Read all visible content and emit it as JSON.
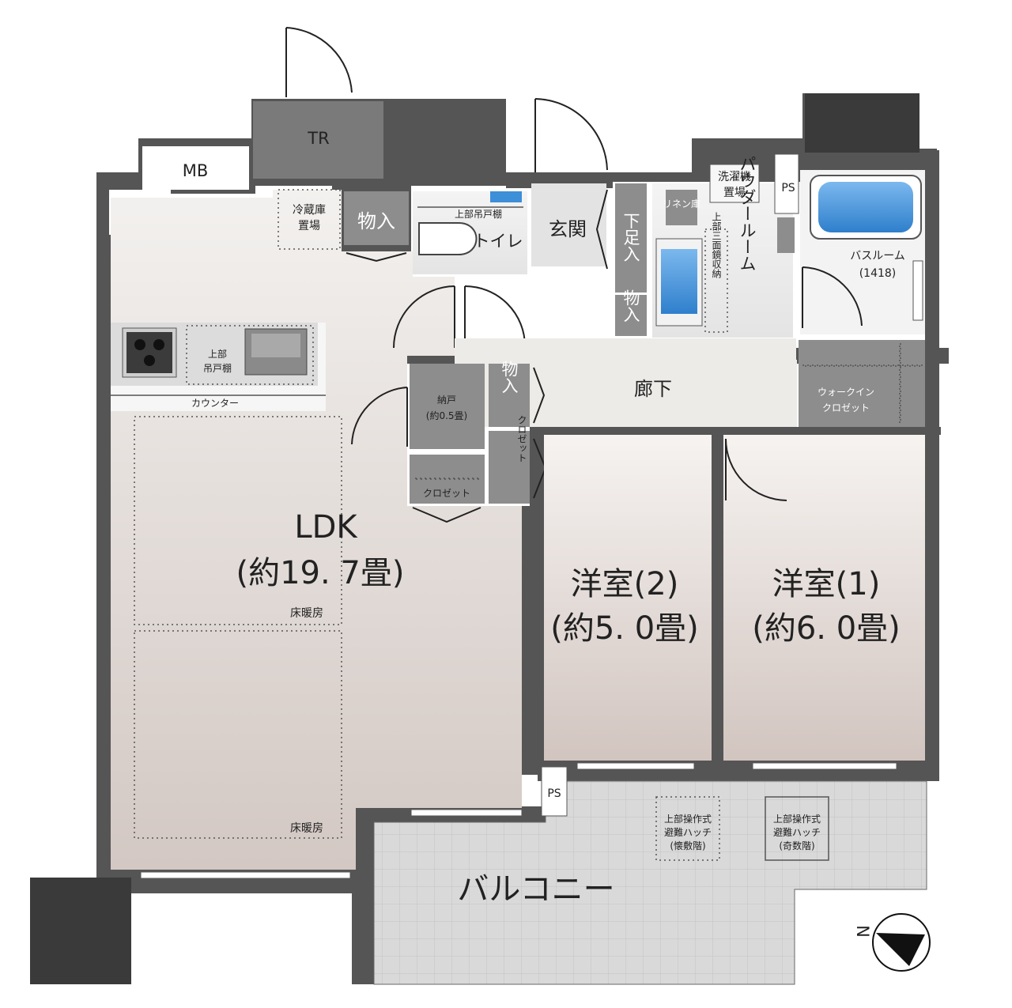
{
  "labels": {
    "tr": "TR",
    "mb": "MB",
    "ps_top_left": "PS",
    "fridge_line1": "冷蔵庫",
    "fridge_line2": "置場",
    "storage_monoire_1": "物入",
    "toilet_upper_shelf": "上部吊戸棚",
    "toilet": "トイレ",
    "genkan": "玄関",
    "shoe_box_vertical": "下足入",
    "storage_monoire_2": "物入",
    "linen": "リネン庫",
    "washer_line1": "洗濯機",
    "washer_line2": "置場",
    "powder_room_vertical": "パウダールーム",
    "upper_storage_vertical": "上部三面鏡収納",
    "ps_bath": "PS",
    "bathroom": "バスルーム",
    "bathroom_size": "(1418)",
    "kitchen_upper_line1": "上部",
    "kitchen_upper_line2": "吊戸棚",
    "counter": "カウンター",
    "nando_line1": "納戸",
    "nando_line2": "(約0.5畳)",
    "storage_monoire_3": "物入",
    "corridor": "廊下",
    "walkin_line1": "ウォークイン",
    "walkin_line2": "クロゼット",
    "closet_vertical": "クロゼット",
    "closet": "クロゼット",
    "ldk_name": "LDK",
    "ldk_size": "(約19. 7畳)",
    "floor_heating_1": "床暖房",
    "floor_heating_2": "床暖房",
    "room2_name": "洋室(2)",
    "room2_size": "(約5. 0畳)",
    "room1_name": "洋室(1)",
    "room1_size": "(約6. 0畳)",
    "ps_balcony": "PS",
    "balcony": "バルコニー",
    "hatch_a_line1": "上部操作式",
    "hatch_a_line2": "避難ハッチ",
    "hatch_a_line3": "(懐敷階)",
    "hatch_b_line1": "上部操作式",
    "hatch_b_line2": "避難ハッチ",
    "hatch_b_line3": "(奇数階)",
    "compass_n": "N"
  },
  "colors": {
    "wall": "#555555",
    "storage": "#8d8d8d",
    "corridor": "#ecebe8",
    "ldk_top": "#f1efed",
    "ldk_bottom": "#d4c9c4",
    "room_top": "#f5f2ef",
    "room_bottom": "#d3c6c1",
    "balcony": "#d9d9d9",
    "bath_tub": "#3d8fd8"
  }
}
